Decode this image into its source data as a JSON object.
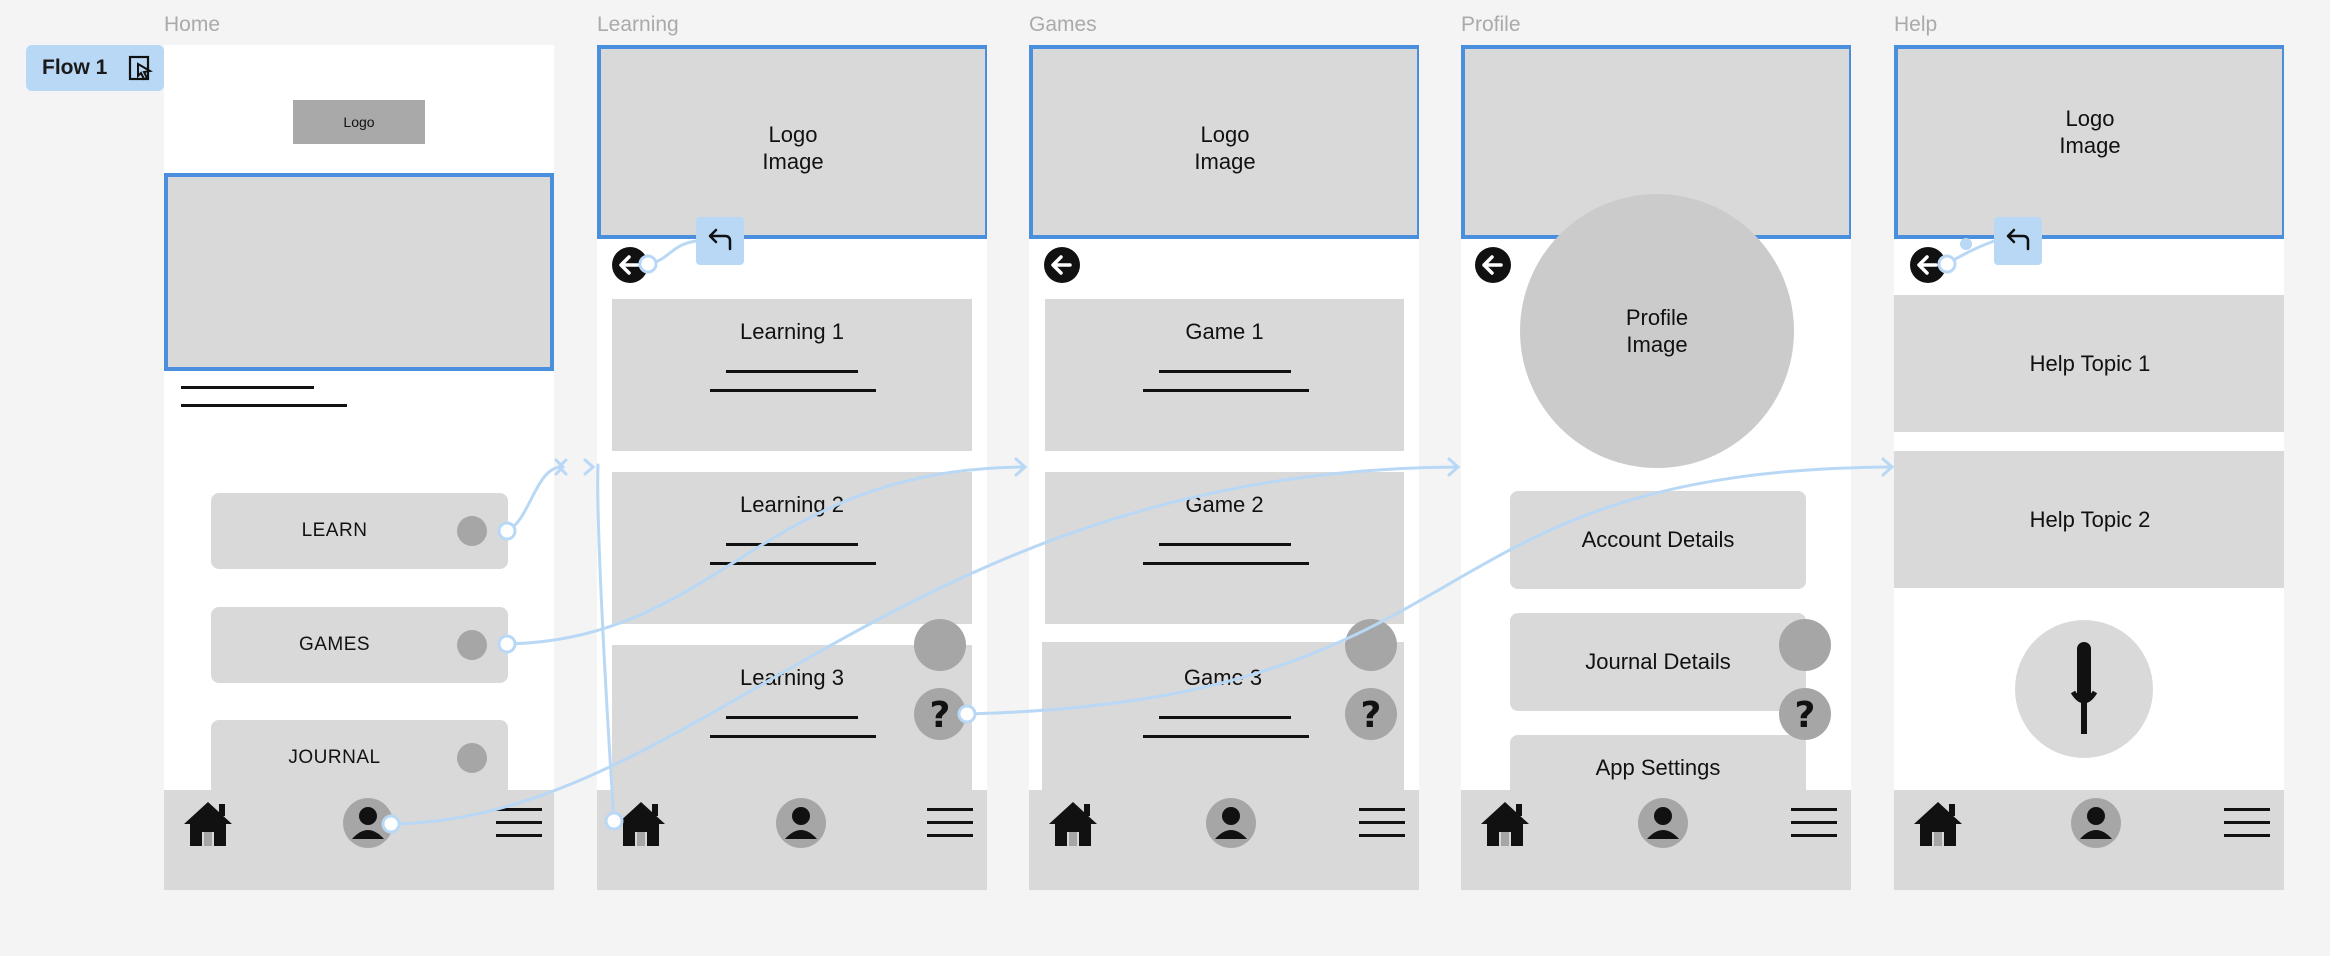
{
  "flow": {
    "label": "Flow 1"
  },
  "frames": {
    "home": {
      "label": "Home",
      "logo": "Logo",
      "buttons": [
        "LEARN",
        "GAMES",
        "JOURNAL"
      ]
    },
    "learning": {
      "label": "Learning",
      "hero": "Logo\nImage",
      "cards": [
        "Learning 1",
        "Learning 2",
        "Learning 3"
      ]
    },
    "games": {
      "label": "Games",
      "hero": "Logo\nImage",
      "cards": [
        "Game 1",
        "Game 2",
        "Game 3"
      ]
    },
    "profile": {
      "label": "Profile",
      "avatar": "Profile\nImage",
      "buttons": [
        "Account Details",
        "Journal Details",
        "App Settings"
      ]
    },
    "help": {
      "label": "Help",
      "hero": "Logo\nImage",
      "topics": [
        "Help Topic 1",
        "Help Topic 2"
      ]
    }
  },
  "colors": {
    "selection": "#4a8ede",
    "wire": "#b9d8f5",
    "placeholder": "#d9d9d9",
    "dot": "#a6a6a6"
  },
  "icons": [
    "home-icon",
    "user-icon",
    "menu-icon",
    "back-arrow-icon",
    "help-icon",
    "play-icon",
    "return-icon",
    "microphone-icon"
  ]
}
